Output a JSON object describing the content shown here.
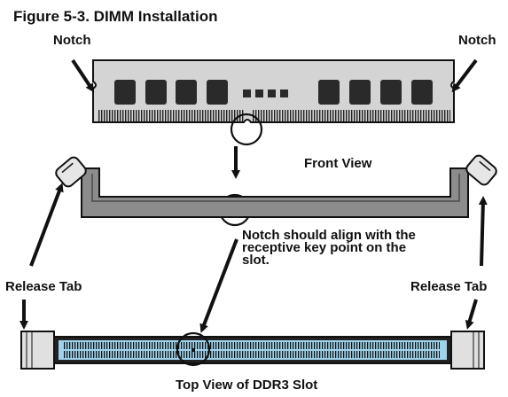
{
  "figure": {
    "title": "Figure 5-3. DIMM Installation",
    "labels": {
      "notch_left": "Notch",
      "notch_right": "Notch",
      "front_view": "Front View",
      "release_tab_left": "Release Tab",
      "release_tab_right": "Release Tab",
      "top_view": "Top View of DDR3 Slot"
    },
    "note_lines": [
      "Notch should align with the",
      "receptive key point on the",
      "slot."
    ]
  },
  "colors": {
    "module_fill": "#d4d4d4",
    "chip_fill": "#2a2a2a",
    "slot_fill": "#8c8c8c",
    "slot_channel": "#9fd3ec",
    "stroke": "#111111"
  }
}
